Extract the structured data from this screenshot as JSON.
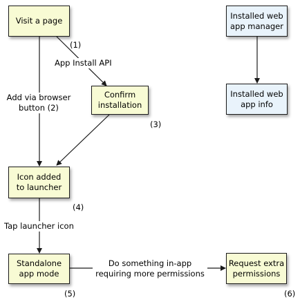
{
  "nodes": {
    "visit": "Visit a page",
    "confirm": "Confirm\ninstallation",
    "icon_added": "Icon added\nto launcher",
    "standalone": "Standalone\napp mode",
    "request": "Request extra\npermissions",
    "manager": "Installed web\napp manager",
    "info": "Installed web\napp info"
  },
  "edge_labels": {
    "app_install_api": "App Install API",
    "add_via_browser": "Add via browser\nbutton (2)",
    "tap_launcher": "Tap launcher icon",
    "do_something": "Do something in-app\nrequiring more permissions"
  },
  "step_numbers": {
    "n1": "(1)",
    "n3": "(3)",
    "n4": "(4)",
    "n5": "(5)",
    "n6": "(6)"
  },
  "colors": {
    "flow_box": "#f8fbd4",
    "info_box": "#e9f3fb",
    "stroke": "#1a1a1a"
  }
}
